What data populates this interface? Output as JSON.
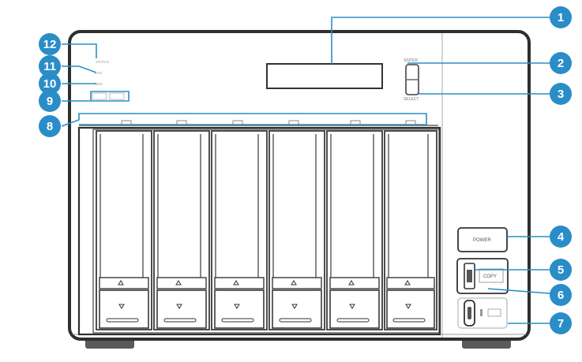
{
  "callouts": [
    "1",
    "2",
    "3",
    "4",
    "5",
    "6",
    "7",
    "8",
    "9",
    "10",
    "11",
    "12"
  ],
  "device_labels": {
    "status": "STATUS",
    "lan": "LAN",
    "hdd": "HDD",
    "enter": "ENTER",
    "select": "SELECT",
    "power": "POWER",
    "copy": "COPY"
  },
  "drive_bay_count": 6,
  "colors": {
    "callout": "#2a8dc7",
    "leader": "#2a8dc7",
    "body": "#3a3a3a"
  }
}
